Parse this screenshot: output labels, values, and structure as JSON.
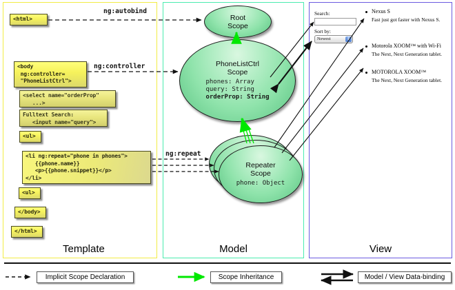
{
  "columns": [
    {
      "key": "template",
      "label": "Template",
      "border_color": "#f2ec44"
    },
    {
      "key": "model",
      "label": "Model",
      "border_color": "#49ecae"
    },
    {
      "key": "view",
      "label": "View",
      "border_color": "#6a5ae0"
    }
  ],
  "template": {
    "boxes": [
      {
        "id": "html-open",
        "text": "<html>"
      },
      {
        "id": "body-open",
        "text": "<body\n ng:controller=\n \"PhoneListCtrl\">"
      },
      {
        "id": "select-tag",
        "text": "<select name=\"orderProp\"\n   ...>"
      },
      {
        "id": "fulltext",
        "text": "Fulltext Search:\n   <input name=\"query\">"
      },
      {
        "id": "ul-open",
        "text": "<ul>"
      },
      {
        "id": "li-repeat",
        "text": "<li ng:repeat=\"phone in phones\">\n   {{phone.name}}\n   <p>{{phone.snippet}}</p>\n</li>"
      },
      {
        "id": "ul-close",
        "text": "<ul>"
      },
      {
        "id": "body-close",
        "text": "</body>"
      },
      {
        "id": "html-close",
        "text": "</html>"
      }
    ]
  },
  "model": {
    "scopes": [
      {
        "id": "root-scope",
        "title": "Root\nScope",
        "props": []
      },
      {
        "id": "phonelist-scope",
        "title": "PhoneListCtrl\nScope",
        "props": [
          {
            "text": "phones: Array",
            "bold": false
          },
          {
            "text": "query: String",
            "bold": false
          },
          {
            "text": "orderProp: String",
            "bold": true
          }
        ]
      },
      {
        "id": "repeater-scope",
        "title": "Repeater\nScope",
        "props": [
          {
            "text": "phone: Object",
            "bold": false
          }
        ]
      }
    ]
  },
  "view": {
    "search_label": "Search:",
    "search_value": "",
    "search_placeholder": "",
    "sort_label": "Sort by:",
    "sort_selected": "Newest",
    "sort_options": [
      "Newest"
    ],
    "phones": [
      {
        "name": "Nexus S",
        "snippet": "Fast just got faster with Nexus S."
      },
      {
        "name": "Motorola XOOM™ with Wi-Fi",
        "snippet": "The Next, Next Generation tablet."
      },
      {
        "name": "MOTOROLA XOOM™",
        "snippet": "The Next, Next Generation tablet."
      }
    ]
  },
  "connectors": [
    {
      "id": "autobind",
      "label": "ng:autobind"
    },
    {
      "id": "controller",
      "label": "ng:controller"
    },
    {
      "id": "repeat",
      "label": "ng:repeat"
    }
  ],
  "legend": {
    "items": [
      {
        "id": "implicit",
        "label": "Implicit Scope Declaration",
        "marker": "dashed-arrow",
        "color": "#111111"
      },
      {
        "id": "inheritance",
        "label": "Scope Inheritance",
        "marker": "green-arrow",
        "color": "#00e800"
      },
      {
        "id": "databinding",
        "label": "Model / View Data-binding",
        "marker": "double-arrow",
        "color": "#111111"
      }
    ]
  }
}
